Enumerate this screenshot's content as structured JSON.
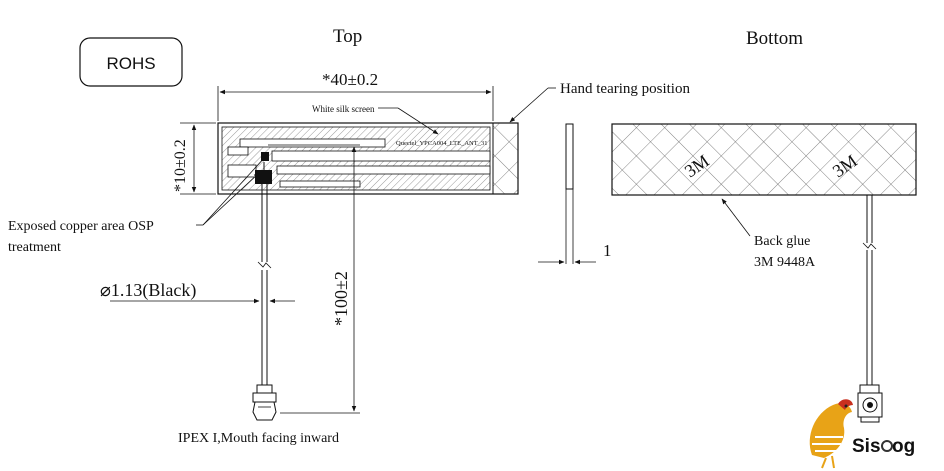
{
  "views": {
    "top": "Top",
    "bottom": "Bottom"
  },
  "badge": "ROHS",
  "labels": {
    "width_dim": "*40±0.2",
    "height_dim": "*10±0.2",
    "cable_len_dim": "*100±2",
    "thickness_dim": "1",
    "cable_dia": "⌀1.13(Black)",
    "silk": "White silk screen",
    "part_marking": "Quectel_YPCA004_LTE_ANT_31",
    "tear": "Hand tearing position",
    "copper_line1": "Exposed copper area OSP",
    "copper_line2": "treatment",
    "glue_line1": "Back glue",
    "glue_line2": "3M 9448A",
    "glue_mark": "3M",
    "connector": "IPEX I,Mouth facing inward"
  },
  "logo": {
    "text": "Sis",
    "tail": "og",
    "accent": "#e8a317",
    "brand": "#333333"
  },
  "colors": {
    "line": "#111111",
    "hatch": "#555555"
  }
}
